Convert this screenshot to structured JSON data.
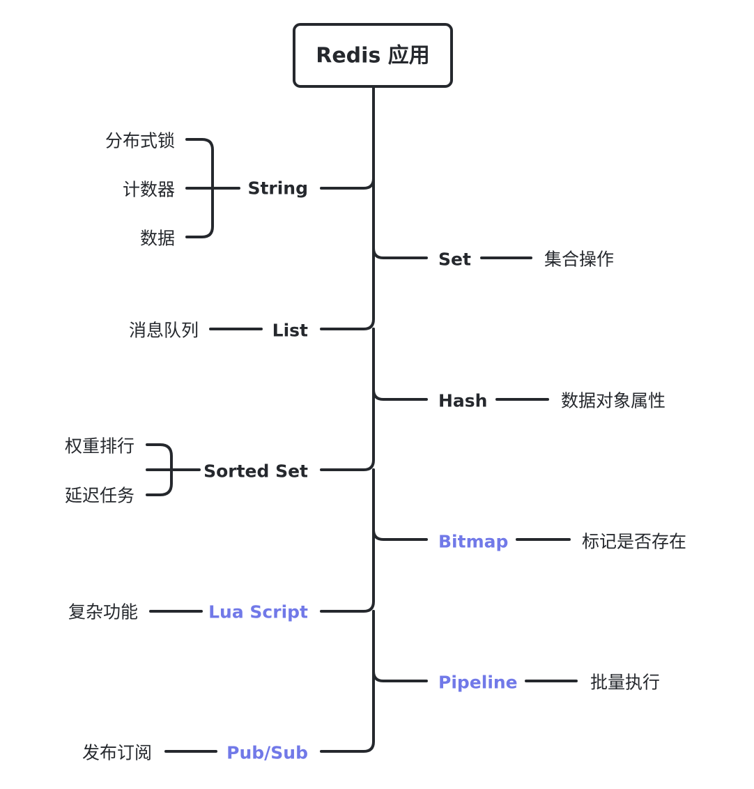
{
  "colors": {
    "line": "#25282d",
    "text": "#25282d",
    "highlight": "#7179e8",
    "background": "#ffffff"
  },
  "root": {
    "label": "Redis 应用"
  },
  "nodes": [
    {
      "label": "String",
      "highlight": false,
      "children": [
        "分布式锁",
        "计数器",
        "数据"
      ]
    },
    {
      "label": "Set",
      "highlight": false,
      "children": [
        "集合操作"
      ]
    },
    {
      "label": "List",
      "highlight": false,
      "children": [
        "消息队列"
      ]
    },
    {
      "label": "Hash",
      "highlight": false,
      "children": [
        "数据对象属性"
      ]
    },
    {
      "label": "Sorted Set",
      "highlight": false,
      "children": [
        "权重排行",
        "延迟任务"
      ]
    },
    {
      "label": "Bitmap",
      "highlight": true,
      "children": [
        "标记是否存在"
      ]
    },
    {
      "label": "Lua Script",
      "highlight": true,
      "children": [
        "复杂功能"
      ]
    },
    {
      "label": "Pipeline",
      "highlight": true,
      "children": [
        "批量执行"
      ]
    },
    {
      "label": "Pub/Sub",
      "highlight": true,
      "children": [
        "发布订阅"
      ]
    }
  ]
}
